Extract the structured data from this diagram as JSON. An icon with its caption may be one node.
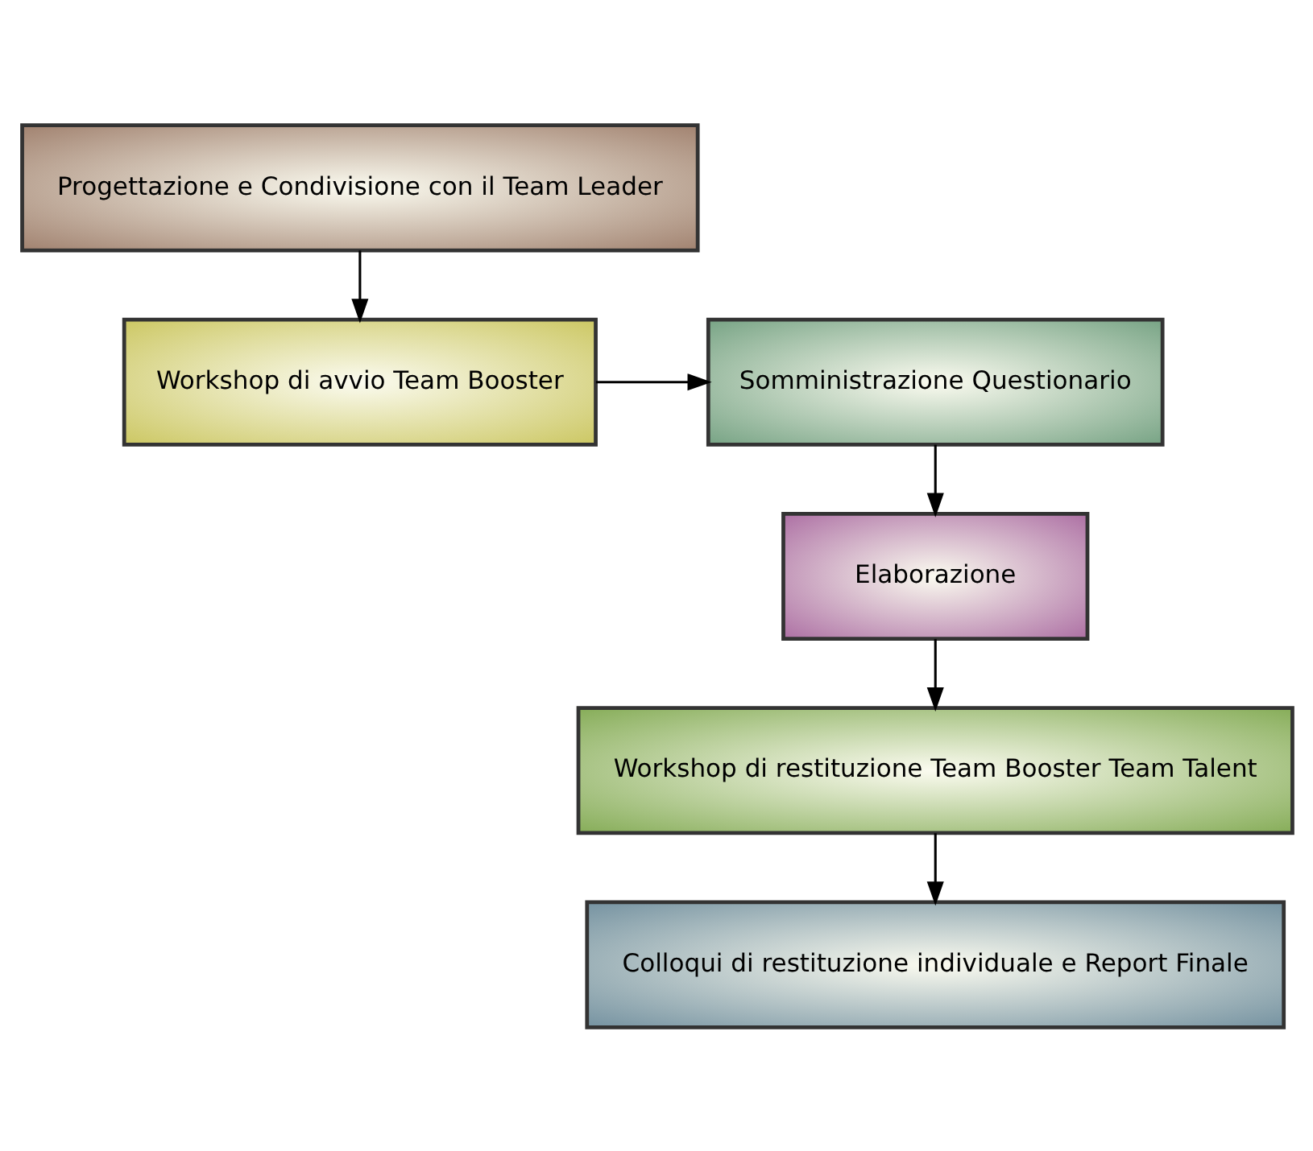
{
  "diagram": {
    "nodes": [
      {
        "text": [
          "Progettazione e Condivisione con il Team Leader"
        ]
      },
      {
        "text": [
          "Workshop di avvio Team Booster"
        ]
      },
      {
        "text": [
          "Somministrazione Questionario"
        ]
      },
      {
        "text": [
          "Elaborazione"
        ]
      },
      {
        "text": [
          "Workshop di restituzione Team Booster Team Talent"
        ]
      },
      {
        "text": [
          "Colloqui di restituzione individuale e Report Finale"
        ]
      }
    ],
    "edges": [
      {
        "from": 0,
        "to": 1,
        "arrow": "to"
      },
      {
        "from": 1,
        "to": 2,
        "arrow": "to"
      },
      {
        "from": 2,
        "to": 3,
        "arrow": "to"
      },
      {
        "from": 3,
        "to": 4,
        "arrow": "to"
      },
      {
        "from": 4,
        "to": 5,
        "arrow": "to"
      }
    ]
  }
}
